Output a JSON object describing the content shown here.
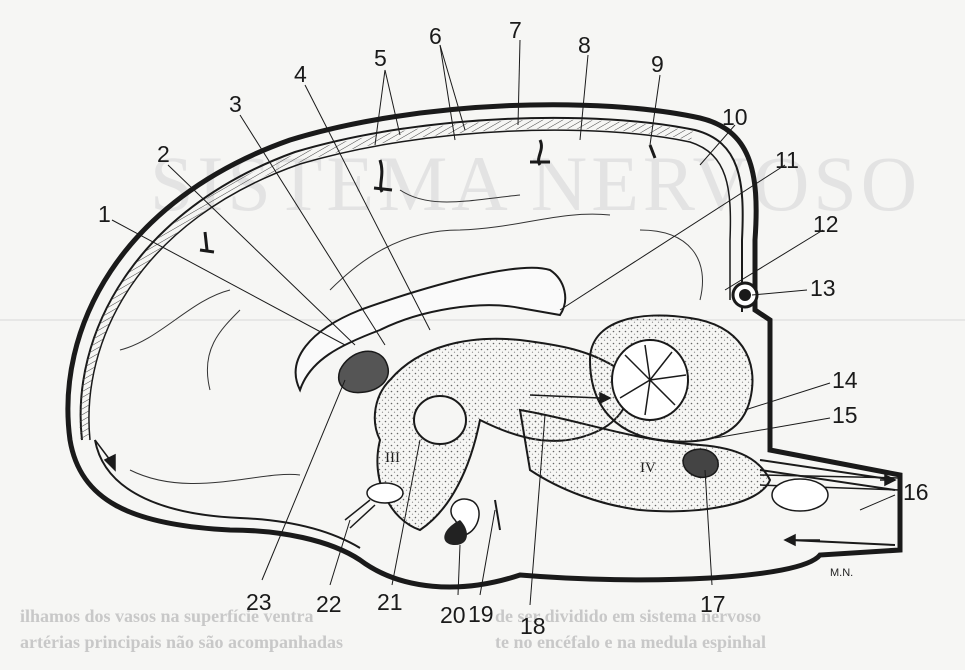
{
  "background": {
    "title": "SISTEMA NERVOSO",
    "lines": [
      "de ser dividido em sistema nervoso",
      "te no encéfalo e na medula espinhal",
      "ilhamos dos vasos na superfície ventra",
      "artérias principais não são acompanhadas"
    ]
  },
  "diagram": {
    "labels": [
      "1",
      "2",
      "3",
      "4",
      "5",
      "6",
      "7",
      "8",
      "9",
      "10",
      "11",
      "12",
      "13",
      "14",
      "15",
      "16",
      "17",
      "18",
      "19",
      "20",
      "21",
      "22",
      "23"
    ],
    "ventricle_labels": [
      "III",
      "IV"
    ],
    "signature": "M.N."
  },
  "colors": {
    "ink": "#1a1a1a",
    "paper": "#f6f6f4",
    "stipple": "#8a8a8a"
  }
}
